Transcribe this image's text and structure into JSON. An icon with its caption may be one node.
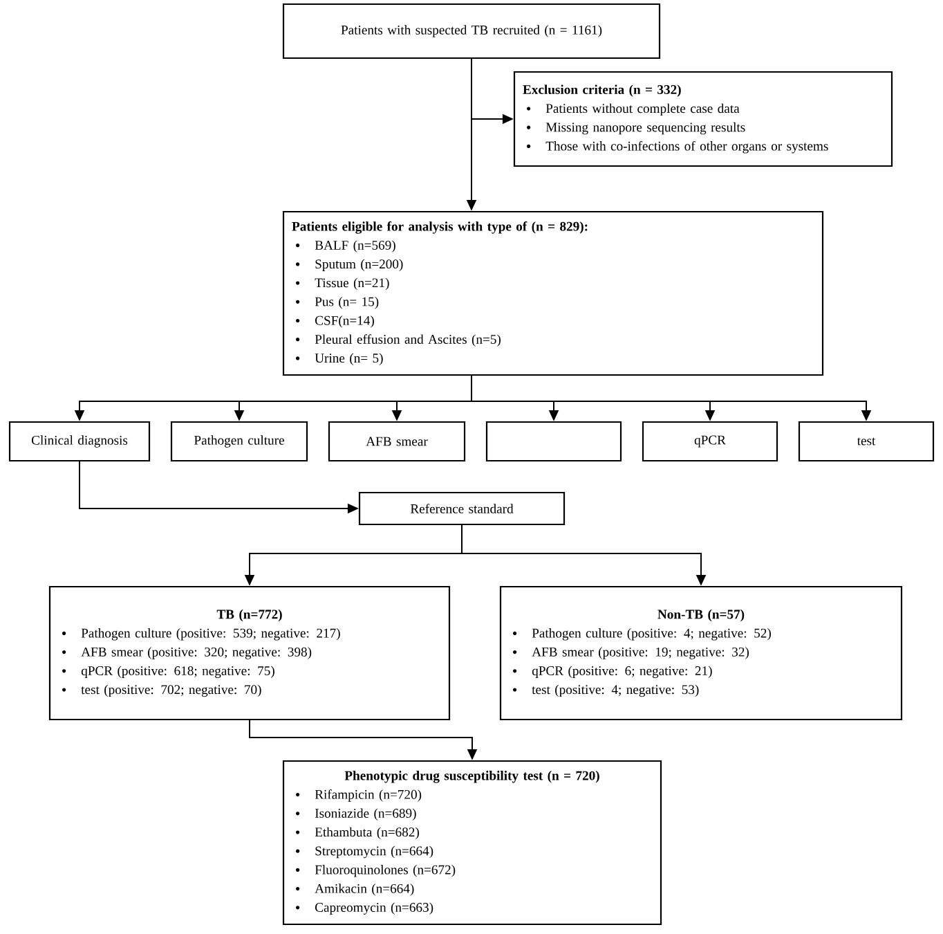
{
  "diagram": {
    "nodes": [
      {
        "text": [
          "Patients with suspected TB recruited (n = 1161)"
        ]
      },
      {
        "text": [
          "Exclusion criteria (n = 332)",
          "Patients without complete case data",
          "Missing nanopore sequencing results",
          "Those with co-infections of other organs or systems"
        ]
      },
      {
        "text": [
          "Patients eligible for analysis with type of (n = 829):",
          "BALF (n=569)",
          "Sputum (n=200)",
          "Tissue (n=21)",
          "Pus (n= 15)",
          "CSF(n=14)",
          "Pleural effusion and Ascites (n=5)",
          "Urine (n= 5)"
        ]
      },
      {
        "text": [
          "Clinical diagnosis"
        ]
      },
      {
        "text": [
          "Pathogen culture"
        ]
      },
      {
        "text": [
          "AFB smear"
        ]
      },
      {
        "text": [],
        "shape": "box"
      },
      {
        "text": [
          "qPCR"
        ]
      },
      {
        "text": [
          "test"
        ]
      },
      {
        "text": [
          "Reference standard"
        ]
      },
      {
        "text": [
          "TB (n=772)",
          "Pathogen culture (positive:  539; negative: 217)",
          "AFB smear (positive: 320;  negative: 398)",
          "qPCR (positive: 618;  negative: 75)",
          "test (positive: 702;  negative: 70)"
        ]
      },
      {
        "text": [
          "Non-TB (n=57)",
          "Pathogen culture (positive: 4;  negative: 52)",
          "AFB smear (positive: 19;  negative: 32)",
          "qPCR (positive: 6;  negative: 21)",
          "test (positive: 4;  negative: 53)"
        ]
      },
      {
        "text": [
          "Phenotypic drug susceptibility test (n = 720)",
          "Rifampicin (n=720)",
          "Isoniazide (n=689)",
          "Ethambuta (n=682)",
          "Streptomycin (n=664)",
          "Fluoroquinolones (n=672)",
          "Amikacin (n=664)",
          "Capreomycin (n=663)"
        ]
      }
    ],
    "edges": [
      {
        "from": 0,
        "to": 1,
        "arrow": "to"
      },
      {
        "from": 0,
        "to": 2,
        "arrow": "to"
      },
      {
        "from": 2,
        "to": 3,
        "arrow": "to"
      },
      {
        "from": 2,
        "to": 4,
        "arrow": "to"
      },
      {
        "from": 2,
        "to": 5,
        "arrow": "to"
      },
      {
        "from": 2,
        "to": 6,
        "arrow": "to"
      },
      {
        "from": 2,
        "to": 7,
        "arrow": "to"
      },
      {
        "from": 2,
        "to": 8,
        "arrow": "to"
      },
      {
        "from": 3,
        "to": 9,
        "arrow": "to"
      },
      {
        "from": 9,
        "to": 10,
        "arrow": "to"
      },
      {
        "from": 9,
        "to": 11,
        "arrow": "to"
      },
      {
        "from": 10,
        "to": 12,
        "arrow": "to"
      }
    ]
  }
}
